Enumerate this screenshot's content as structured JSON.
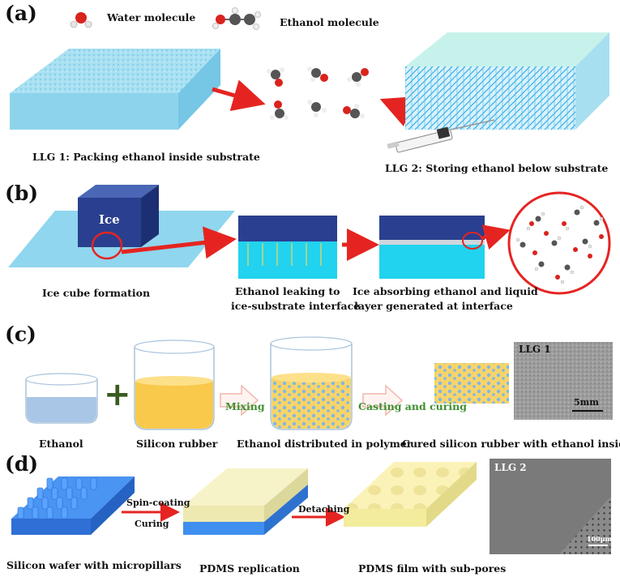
{
  "panels": [
    "(a)",
    "(b)",
    "(c)",
    "(d)"
  ],
  "panel_a": {
    "legend_water": "Water molecule",
    "legend_ethanol": "Ethanol molecule",
    "llg1": "LLG 1: Packing ethanol inside substrate",
    "llg2": "LLG 2: Storing ethanol below substrate"
  },
  "panel_b": {
    "ice_label": "Ice",
    "ice_cube_formation": "Ice cube formation",
    "leak_line1": "Ethanol leaking to",
    "leak_line2": "ice-substrate interface",
    "absorb_line1": "Ice absorbing ethanol and liquid",
    "absorb_line2": "layer generated at interface"
  },
  "panel_c": {
    "ethanol": "Ethanol",
    "silicon_rubber": "Silicon rubber",
    "mixing": "Mixing",
    "distributed": "Ethanol distributed in polymer",
    "casting": "Casting and curing",
    "cured": "Cured silicon rubber with ethanol inside",
    "sem_tag": "LLG 1",
    "scale": "5mm",
    "plus": "+"
  },
  "panel_d": {
    "wafer": "Silicon wafer with micropillars",
    "spin": "Spin-coating",
    "curing": "Curing",
    "replication": "PDMS replication",
    "detaching": "Detaching",
    "film": "PDMS film with sub-pores",
    "sem_tag": "LLG 2",
    "scale": "100μm"
  },
  "colors": {
    "arrow_red": "#e52421",
    "substrate_blue": "#8fd6ee",
    "ice_navy": "#2a3f8f",
    "cyan": "#21d3ee",
    "yellow": "#f6d66a",
    "green_text": "#3f8f2e",
    "pillar_blue": "#3e8ff0"
  }
}
